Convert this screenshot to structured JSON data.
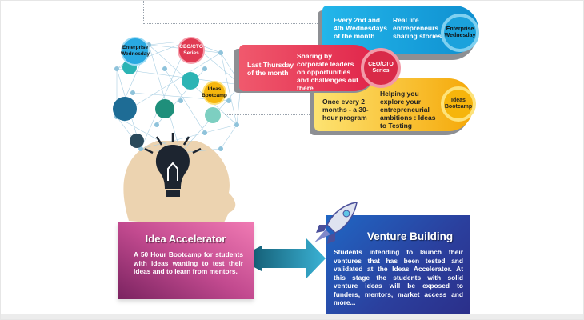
{
  "cards": {
    "enterprise": {
      "when": "Every 2nd and 4th Wednesdays of the month",
      "what": "Real life entrepreneurs sharing stories",
      "badge": "Enterprise Wednesday",
      "color": "#1aa6df"
    },
    "ceo": {
      "when": "Last Thursday of the month",
      "what": "Sharing by corporate leaders on opportunities and challenges out there",
      "badge": "CEO/CTO Series",
      "color": "#e8344f"
    },
    "ideas": {
      "when": "Once every 2 months - a 30-hour program",
      "what": "Helping you explore your entrepreneurial ambitions : Ideas to Testing",
      "badge": "Ideas Bootcamp",
      "color": "#f6b90d"
    }
  },
  "network": {
    "badge_enterprise": "Enterprise Wednesday",
    "badge_ceo": "CEO/CTO Series",
    "badge_ideas": "Ideas Bootcamp"
  },
  "idea_accelerator": {
    "title": "Idea Accelerator",
    "text": "A 50 Hour Bootcamp for students with ideas wanting to test their ideas and to learn from mentors.",
    "color": "#d9589a"
  },
  "venture_building": {
    "title": "Venture Building",
    "text": "Students intending to launch their ventures that has been tested and validated at the Ideas Accelerator. At this stage the students with solid venture ideas will be exposed to funders, mentors, market access and more...",
    "color": "#2a4aa8"
  }
}
